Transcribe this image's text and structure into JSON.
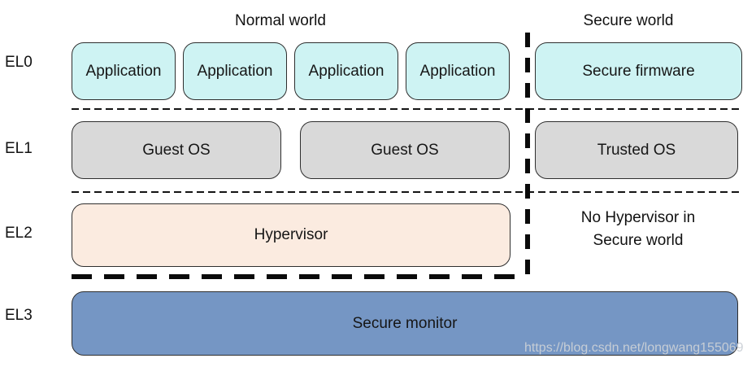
{
  "titles": {
    "normal_world": "Normal world",
    "secure_world": "Secure world"
  },
  "privilege_levels": {
    "el0": {
      "label": "EL0",
      "normal_world_boxes": [
        "Application",
        "Application",
        "Application",
        "Application"
      ],
      "secure_world_box": "Secure firmware"
    },
    "el1": {
      "label": "EL1",
      "normal_world_boxes": [
        "Guest OS",
        "Guest OS"
      ],
      "secure_world_box": "Trusted OS"
    },
    "el2": {
      "label": "EL2",
      "normal_world_box": "Hypervisor",
      "secure_world_note_line1": "No Hypervisor in",
      "secure_world_note_line2": "Secure world"
    },
    "el3": {
      "label": "EL3",
      "box": "Secure monitor"
    }
  },
  "watermark": "https://blog.csdn.net/longwang155069",
  "colors": {
    "application_fill": "#CEF3F3",
    "os_fill": "#D9D9D9",
    "hypervisor_fill": "#FBEBE0",
    "monitor_fill": "#7596C4",
    "border": "#2E2E2E",
    "dashed_line": "#0A0A0A"
  }
}
